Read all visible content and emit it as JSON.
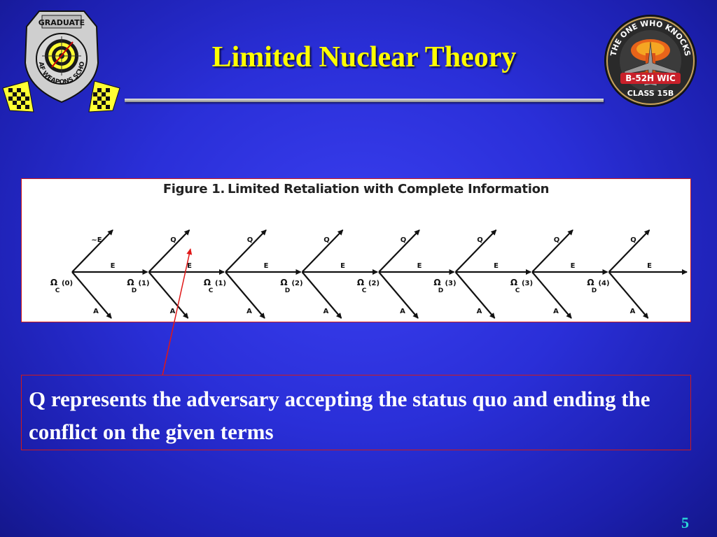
{
  "slide": {
    "title": "Limited Nuclear Theory",
    "page_number": "5"
  },
  "logos": {
    "left": {
      "banner_text": "GRADUATE",
      "ring_text": "USAF WEAPONS SCHOOL"
    },
    "right": {
      "ring_top": "THE ONE WHO KNOCKS",
      "aircraft": "B-52H WIC",
      "class": "CLASS 15B"
    }
  },
  "figure": {
    "number": "Figure 1.",
    "caption": "Limited Retaliation with Complete Information",
    "nodes": [
      {
        "omega": "Ω",
        "sub": "C",
        "idx": "(0)",
        "upper": "~E",
        "mid": "E",
        "lower": "A"
      },
      {
        "omega": "Ω",
        "sub": "D",
        "idx": "(1)",
        "upper": "Q",
        "mid": "E",
        "lower": "A"
      },
      {
        "omega": "Ω",
        "sub": "C",
        "idx": "(1)",
        "upper": "Q",
        "mid": "E",
        "lower": "A"
      },
      {
        "omega": "Ω",
        "sub": "D",
        "idx": "(2)",
        "upper": "Q",
        "mid": "E",
        "lower": "A"
      },
      {
        "omega": "Ω",
        "sub": "C",
        "idx": "(2)",
        "upper": "Q",
        "mid": "E",
        "lower": "A"
      },
      {
        "omega": "Ω",
        "sub": "D",
        "idx": "(3)",
        "upper": "Q",
        "mid": "E",
        "lower": "A"
      },
      {
        "omega": "Ω",
        "sub": "C",
        "idx": "(3)",
        "upper": "Q",
        "mid": "E",
        "lower": "A"
      },
      {
        "omega": "Ω",
        "sub": "D",
        "idx": "(4)",
        "upper": "Q",
        "mid": "E",
        "lower": "A"
      }
    ]
  },
  "note": {
    "text": "Q represents the adversary accepting the status quo and ending the conflict on the given terms"
  },
  "colors": {
    "title": "#ffff00",
    "accent_border": "#d01a1a",
    "page_number": "#2ad8d8"
  }
}
